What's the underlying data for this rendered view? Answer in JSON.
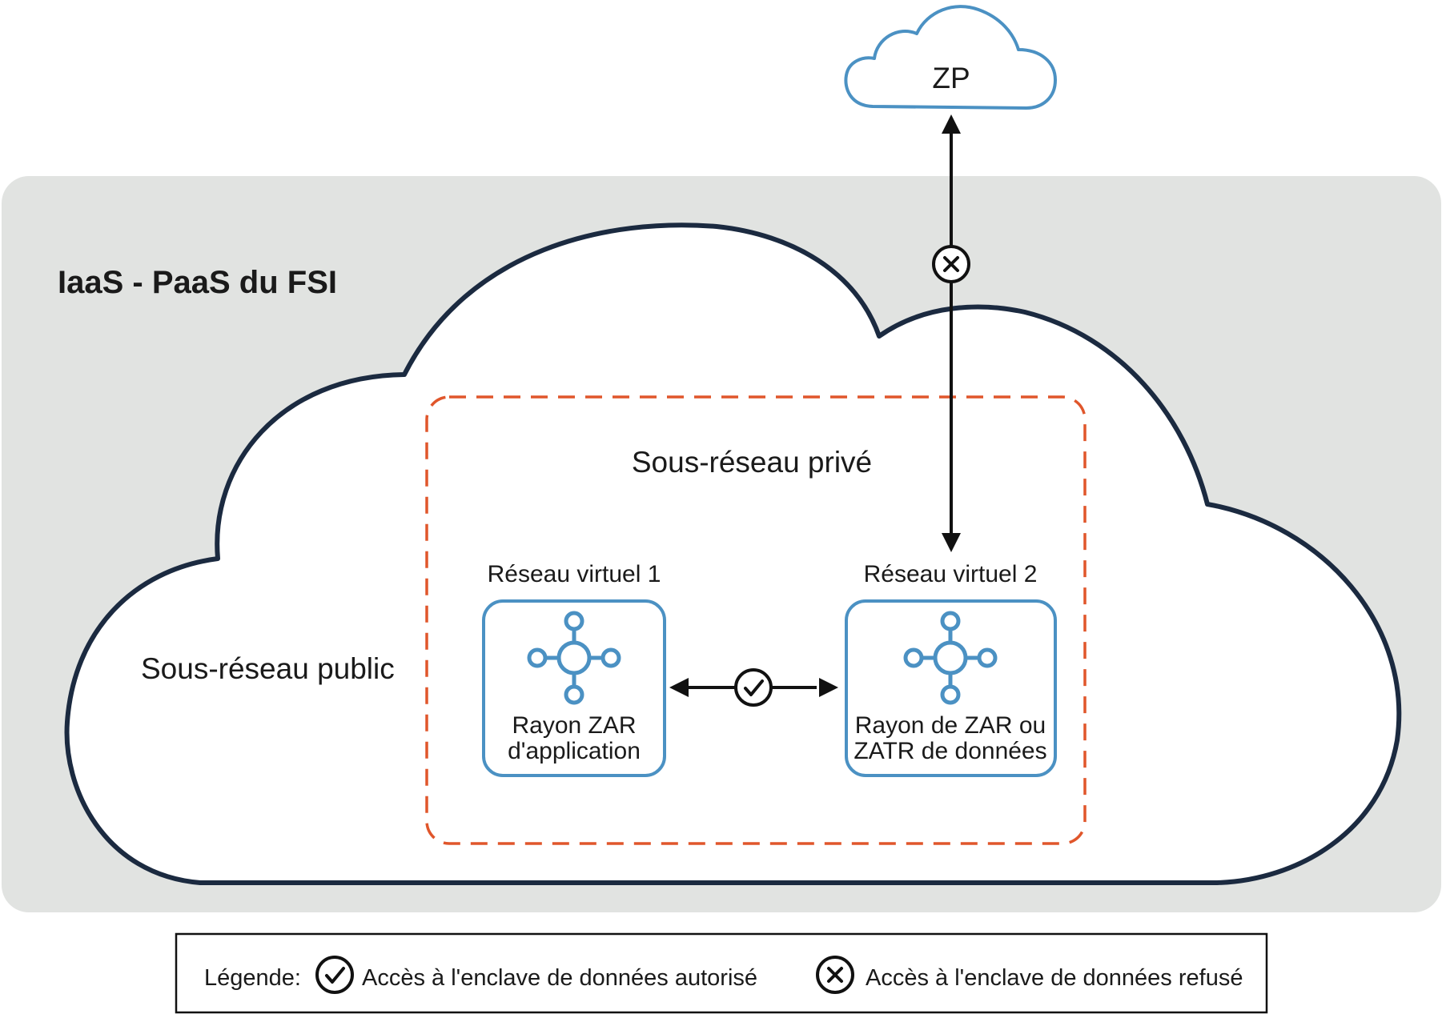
{
  "colors": {
    "panel": "#e1e3e1",
    "cloud_outline": "#1b2a40",
    "blue": "#4b91c3",
    "dashed": "#e0562b",
    "arrow": "#111111"
  },
  "provider_label": "IaaS - PaaS du FSI",
  "zp_label": "ZP",
  "public_subnet_label": "Sous-réseau public",
  "private_subnet_label": "Sous-réseau privé",
  "vnet1": {
    "title": "Réseau virtuel 1",
    "line1": "Rayon ZAR",
    "line2": "d'application",
    "icon": "hub-network-icon"
  },
  "vnet2": {
    "title": "Réseau virtuel 2",
    "line1": "Rayon de ZAR ou",
    "line2": "ZATR de données",
    "icon": "hub-network-icon"
  },
  "connections": {
    "vnet_link": {
      "status": "authorized",
      "icon": "check-circle-icon"
    },
    "zp_link": {
      "status": "refused",
      "icon": "cross-circle-icon"
    }
  },
  "legend": {
    "title": "Légende:",
    "authorized": "Accès à l'enclave de données autorisé",
    "refused": "Accès à l'enclave de données refusé"
  }
}
